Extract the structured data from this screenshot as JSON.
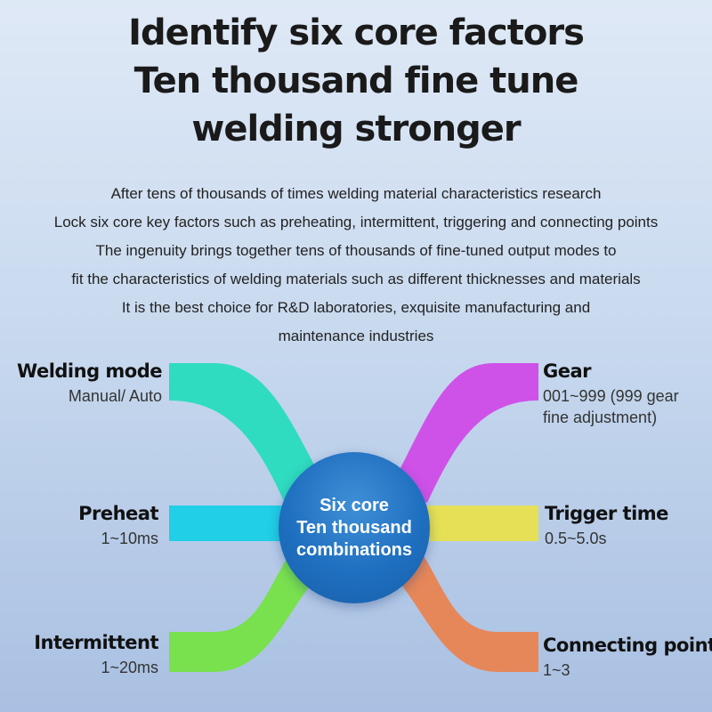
{
  "headline": [
    "Identify six core factors",
    "Ten thousand fine tune",
    "welding stronger"
  ],
  "description": [
    "After tens of thousands of times welding material characteristics research",
    "Lock six core key factors such as preheating, intermittent, triggering and connecting points",
    "The ingenuity brings together tens of thousands of fine-tuned output modes to",
    "fit the characteristics of welding materials such as different thicknesses and materials",
    "It is the best choice for R&D laboratories, exquisite manufacturing and",
    "maintenance industries"
  ],
  "hub": [
    "Six core",
    "Ten thousand",
    "combinations"
  ],
  "factors": {
    "welding_mode": {
      "name": "Welding mode",
      "value": "Manual/ Auto",
      "color": "#2fdcbf"
    },
    "preheat": {
      "name": "Preheat",
      "value": "1~10ms",
      "color": "#21cfe6"
    },
    "intermittent": {
      "name": "Intermittent",
      "value": "1~20ms",
      "color": "#79e04e"
    },
    "gear": {
      "name": "Gear",
      "value": "001~999 (999 gear fine adjustment)",
      "color": "#cf52e8"
    },
    "trigger_time": {
      "name": "Trigger time",
      "value": "0.5~5.0s",
      "color": "#e5e055"
    },
    "connecting_point": {
      "name": "Connecting point",
      "value": "1~3",
      "color": "#e6875a"
    }
  },
  "hub_color": "#1f6fc0"
}
